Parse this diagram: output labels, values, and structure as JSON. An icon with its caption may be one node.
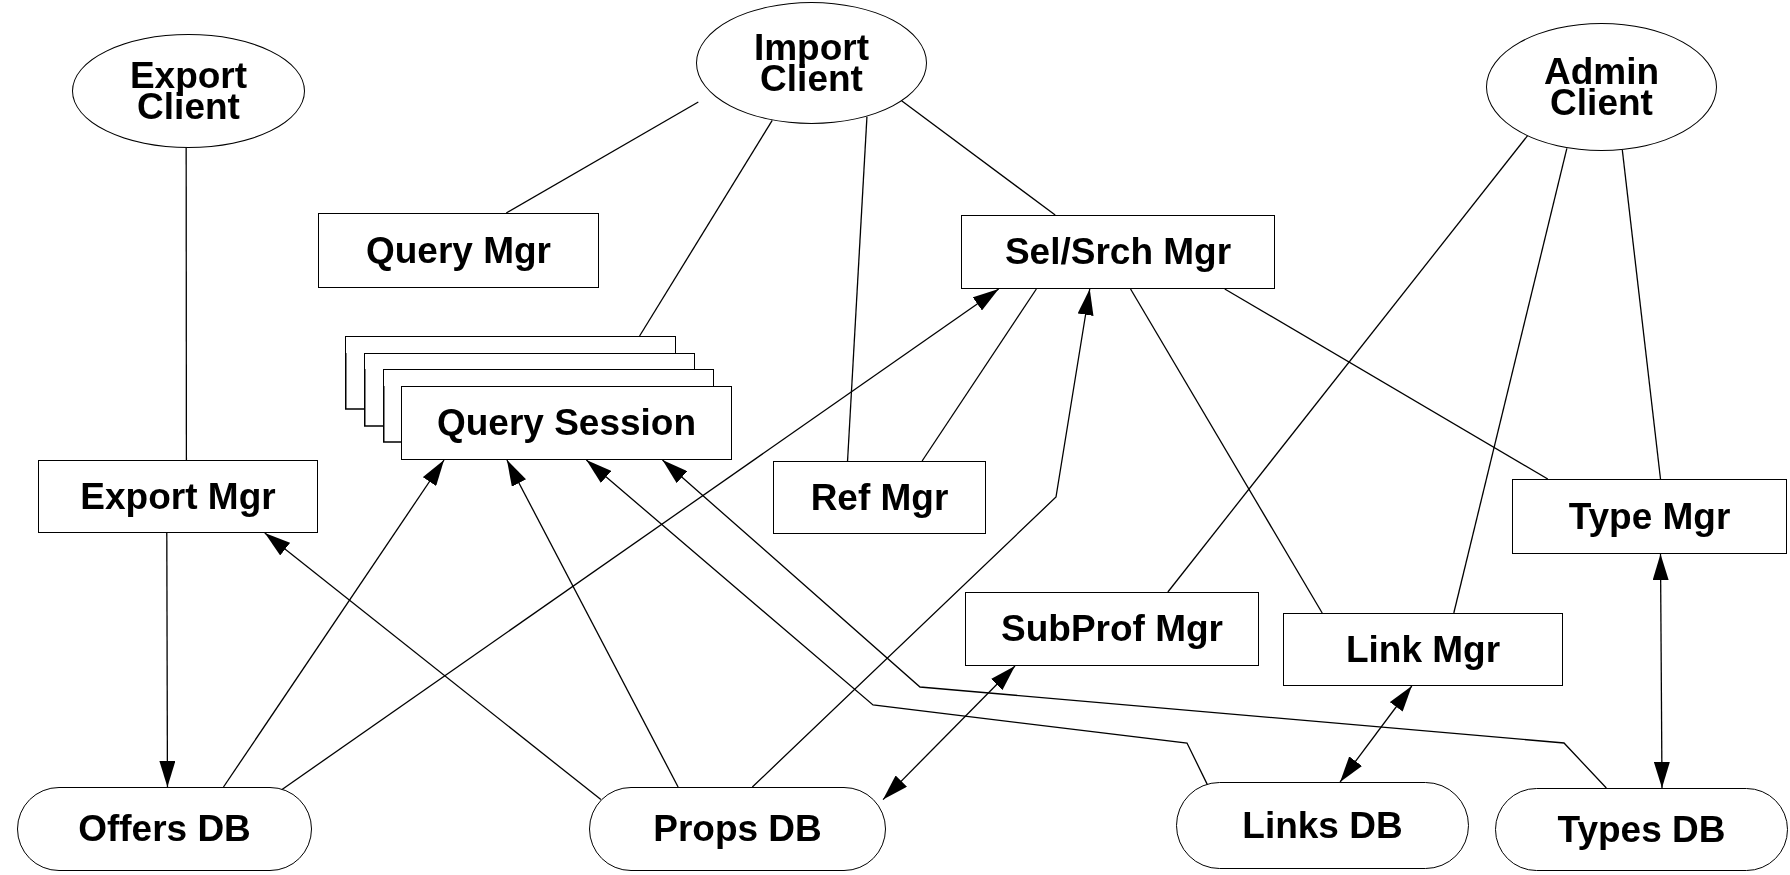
{
  "diagram": {
    "nodes": [
      {
        "text": [
          "Export Client"
        ]
      },
      {
        "text": [
          "Import Client"
        ]
      },
      {
        "text": [
          "Admin Client"
        ]
      },
      {
        "text": [
          "Query Mgr"
        ]
      },
      {
        "text": [
          "Sel/Srch Mgr"
        ]
      },
      {
        "text": [],
        "shape": "box"
      },
      {
        "text": [],
        "shape": "box"
      },
      {
        "text": [],
        "shape": "box"
      },
      {
        "text": [
          "Query Session"
        ]
      },
      {
        "text": [
          "Export Mgr"
        ]
      },
      {
        "text": [
          "Ref Mgr"
        ]
      },
      {
        "text": [
          "Type Mgr"
        ]
      },
      {
        "text": [
          "SubProf Mgr"
        ]
      },
      {
        "text": [
          "Link Mgr"
        ]
      },
      {
        "text": [
          "Offers DB"
        ]
      },
      {
        "text": [
          "Props DB"
        ]
      },
      {
        "text": [
          "Links DB"
        ]
      },
      {
        "text": [
          "Types DB"
        ]
      }
    ],
    "edges": [
      {
        "from": 0,
        "to": 9,
        "arrow": "none"
      },
      {
        "from": 1,
        "to": 3,
        "arrow": "none"
      },
      {
        "from": 1,
        "to": 5,
        "arrow": "none"
      },
      {
        "from": 1,
        "to": 10,
        "arrow": "none"
      },
      {
        "from": 1,
        "to": 4,
        "arrow": "none"
      },
      {
        "from": 2,
        "to": 12,
        "arrow": "none"
      },
      {
        "from": 2,
        "to": 13,
        "arrow": "none"
      },
      {
        "from": 2,
        "to": 11,
        "arrow": "none"
      },
      {
        "from": 4,
        "to": 10,
        "arrow": "none"
      },
      {
        "from": 4,
        "to": 13,
        "arrow": "none"
      },
      {
        "from": 4,
        "to": 11,
        "arrow": "none"
      },
      {
        "from": 9,
        "to": 14,
        "arrow": "to"
      },
      {
        "from": 14,
        "to": 8,
        "arrow": "to"
      },
      {
        "from": 14,
        "to": 4,
        "arrow": "to"
      },
      {
        "from": 15,
        "to": 9,
        "arrow": "to"
      },
      {
        "from": 15,
        "to": 8,
        "arrow": "to"
      },
      {
        "from": 15,
        "to": 4,
        "arrow": "to"
      },
      {
        "from": 16,
        "to": 8,
        "arrow": "to"
      },
      {
        "from": 17,
        "to": 8,
        "arrow": "to"
      },
      {
        "from": 12,
        "to": 15,
        "arrow": "both"
      },
      {
        "from": 13,
        "to": 16,
        "arrow": "both"
      },
      {
        "from": 11,
        "to": 17,
        "arrow": "both"
      }
    ]
  }
}
